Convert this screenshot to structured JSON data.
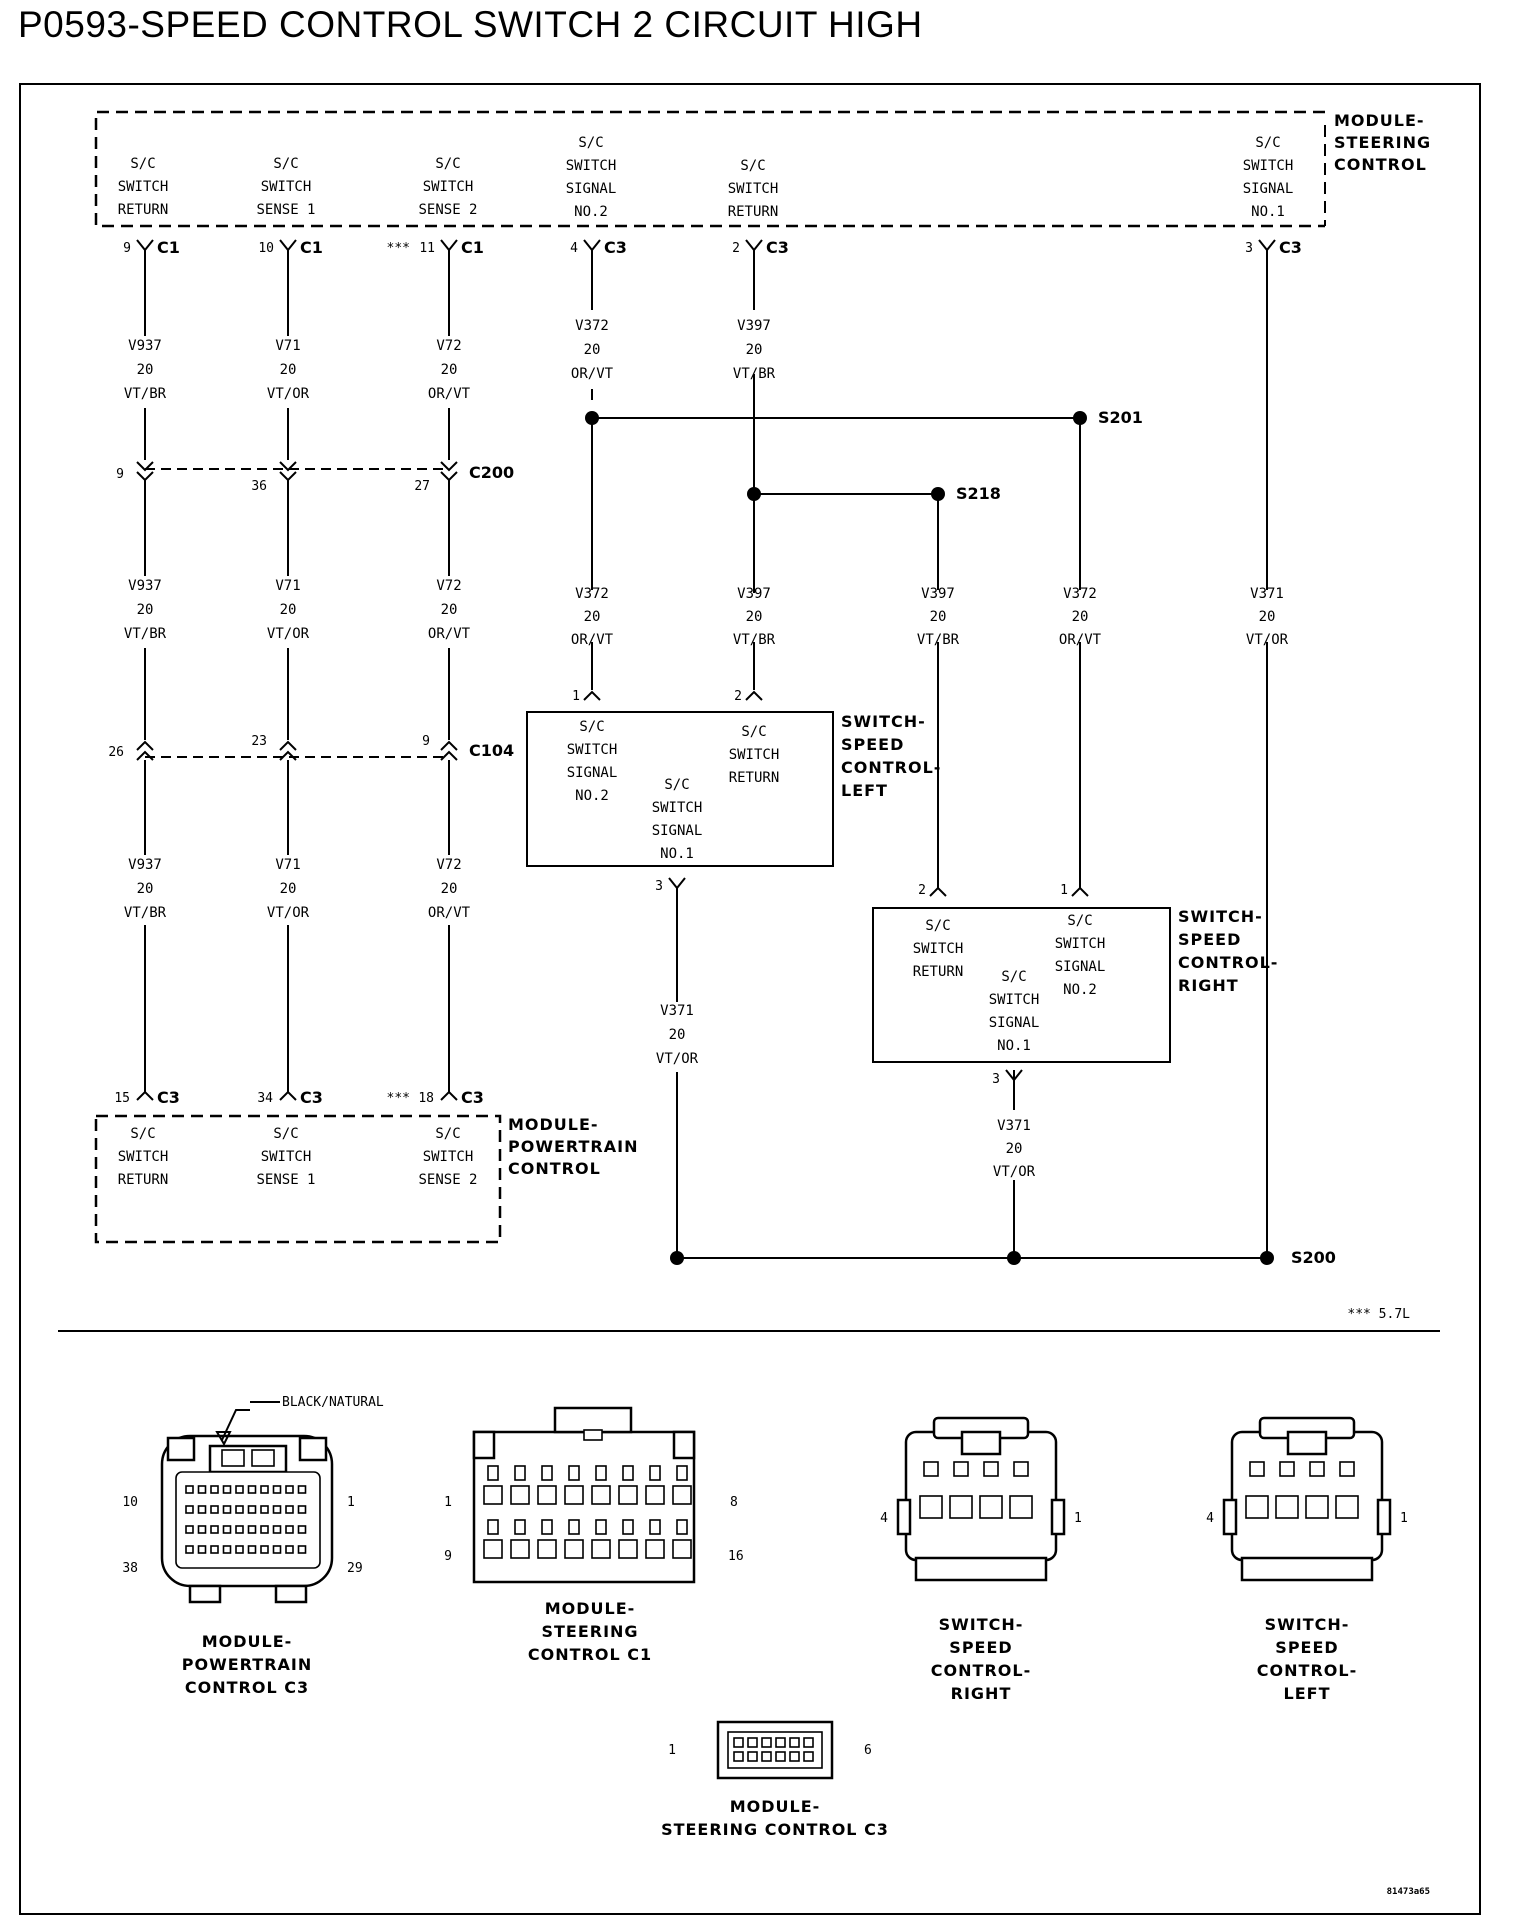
{
  "title": "P0593-SPEED CONTROL SWITCH 2 CIRCUIT HIGH",
  "modules": {
    "steering": {
      "name": [
        "MODULE-",
        "STEERING",
        "CONTROL"
      ],
      "terminals": [
        [
          "S/C",
          "SWITCH",
          "RETURN"
        ],
        [
          "S/C",
          "SWITCH",
          "SENSE 1"
        ],
        [
          "S/C",
          "SWITCH",
          "SENSE 2"
        ],
        [
          "S/C",
          "SWITCH",
          "SIGNAL",
          "NO.2"
        ],
        [
          "S/C",
          "SWITCH",
          "RETURN"
        ],
        [
          "S/C",
          "SWITCH",
          "SIGNAL",
          "NO.1"
        ]
      ]
    },
    "powertrain": {
      "name": [
        "MODULE-",
        "POWERTRAIN",
        "CONTROL"
      ],
      "terminals": [
        [
          "S/C",
          "SWITCH",
          "RETURN"
        ],
        [
          "S/C",
          "SWITCH",
          "SENSE 1"
        ],
        [
          "S/C",
          "SWITCH",
          "SENSE 2"
        ]
      ]
    },
    "switch_left": {
      "name": [
        "SWITCH-",
        "SPEED",
        "CONTROL-",
        "LEFT"
      ],
      "terminals": [
        [
          "S/C",
          "SWITCH",
          "SIGNAL",
          "NO.2"
        ],
        [
          "S/C",
          "SWITCH",
          "RETURN"
        ],
        [
          "S/C",
          "SWITCH",
          "SIGNAL",
          "NO.1"
        ]
      ]
    },
    "switch_right": {
      "name": [
        "SWITCH-",
        "SPEED",
        "CONTROL-",
        "RIGHT"
      ],
      "terminals": [
        [
          "S/C",
          "SWITCH",
          "RETURN"
        ],
        [
          "S/C",
          "SWITCH",
          "SIGNAL",
          "NO.2"
        ],
        [
          "S/C",
          "SWITCH",
          "SIGNAL",
          "NO.1"
        ]
      ]
    }
  },
  "pins": {
    "mod_c1_9": "9",
    "mod_c1_10": "10",
    "mod_c1_11": "11",
    "mod_c3_4": "4",
    "mod_c3_2": "2",
    "mod_c3_3": "3",
    "c200_9": "9",
    "c200_36": "36",
    "c200_27": "27",
    "c104_26": "26",
    "c104_23": "23",
    "c104_9": "9",
    "pcm_15": "15",
    "pcm_34": "34",
    "pcm_18": "18",
    "left_1": "1",
    "left_2": "2",
    "left_3": "3",
    "right_2": "2",
    "right_1": "1",
    "right_3": "3"
  },
  "connectors": {
    "c1": "C1",
    "c3": "C3",
    "c200": "C200",
    "c104": "C104"
  },
  "asterisks": "***",
  "splices": {
    "s201": "S201",
    "s218": "S218",
    "s200": "S200"
  },
  "wires": {
    "v937": [
      "V937",
      "20",
      "VT/BR"
    ],
    "v71": [
      "V71",
      "20",
      "VT/OR"
    ],
    "v72": [
      "V72",
      "20",
      "OR/VT"
    ],
    "v372": [
      "V372",
      "20",
      "OR/VT"
    ],
    "v397": [
      "V397",
      "20",
      "VT/BR"
    ],
    "v371": [
      "V371",
      "20",
      "VT/OR"
    ]
  },
  "footnote": "*** 5.7L",
  "connector_views": {
    "black_natural": "BLACK/NATURAL",
    "pcm_c3": {
      "pins": [
        "10",
        "1",
        "38",
        "29"
      ],
      "label": [
        "MODULE-",
        "POWERTRAIN",
        "CONTROL C3"
      ]
    },
    "scm_c1": {
      "pins": [
        "1",
        "8",
        "9",
        "16"
      ],
      "label": [
        "MODULE-",
        "STEERING",
        "CONTROL C1"
      ]
    },
    "right": {
      "pins": [
        "4",
        "1"
      ],
      "label": [
        "SWITCH-",
        "SPEED",
        "CONTROL-",
        "RIGHT"
      ]
    },
    "left": {
      "pins": [
        "4",
        "1"
      ],
      "label": [
        "SWITCH-",
        "SPEED",
        "CONTROL-",
        "LEFT"
      ]
    },
    "scm_c3": {
      "pins": [
        "1",
        "6"
      ],
      "label": [
        "MODULE-",
        "STEERING CONTROL C3"
      ]
    }
  },
  "figure_id": "81473a65"
}
